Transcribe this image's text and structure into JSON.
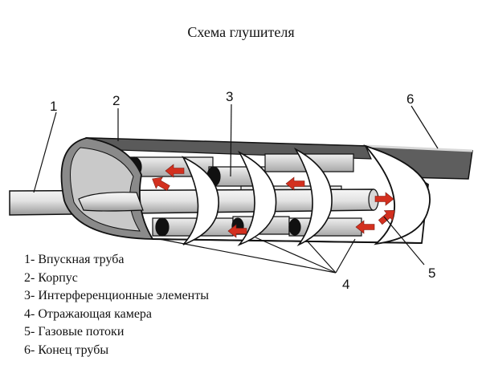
{
  "title": "Схема глушителя",
  "callouts": {
    "c1": "1",
    "c2": "2",
    "c3": "3",
    "c4": "4",
    "c5": "5",
    "c6": "6"
  },
  "legend": [
    "1- Впускная труба",
    "2- Корпус",
    "3- Интерференционные элементы",
    "4- Отражающая камера",
    "5- Газовые потоки",
    "6- Конец трубы"
  ],
  "colors": {
    "arrow": "#d3301f",
    "body_dark": "#5a5a5a",
    "pipe_light": "#e4e4e4",
    "outline": "#111111"
  }
}
